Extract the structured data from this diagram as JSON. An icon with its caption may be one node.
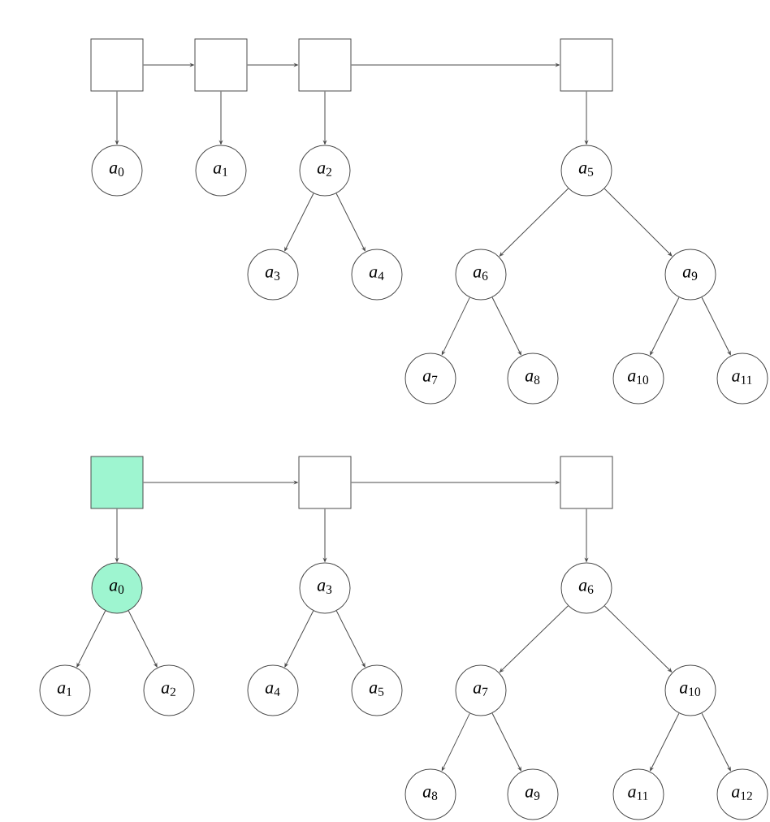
{
  "diagram": {
    "nodes": [
      {
        "text": [],
        "shape": "box"
      },
      {
        "text": [],
        "shape": "box"
      },
      {
        "text": [],
        "shape": "box"
      },
      {
        "text": [],
        "shape": "box"
      },
      {
        "text": [
          "*a*$_{0}$"
        ]
      },
      {
        "text": [
          "*a*$_{1}$"
        ]
      },
      {
        "text": [
          "*a*$_{2}$"
        ]
      },
      {
        "text": [
          "*a*$_{5}$"
        ]
      },
      {
        "text": [
          "*a*$_{3}$"
        ]
      },
      {
        "text": [
          "*a*$_{4}$"
        ]
      },
      {
        "text": [
          "*a*$_{6}$"
        ]
      },
      {
        "text": [
          "*a*$_{9}$"
        ]
      },
      {
        "text": [
          "*a*$_{7}$"
        ]
      },
      {
        "text": [
          "*a*$_{8}$"
        ]
      },
      {
        "text": [
          "*a*$_{10}$"
        ]
      },
      {
        "text": [
          "*a*$_{11}$"
        ]
      },
      {
        "text": [],
        "shape": "box"
      },
      {
        "text": [],
        "shape": "box"
      },
      {
        "text": [],
        "shape": "box"
      },
      {
        "text": [
          "*a*$_{0}$"
        ]
      },
      {
        "text": [
          "*a*$_{3}$"
        ]
      },
      {
        "text": [
          "*a*$_{6}$"
        ]
      },
      {
        "text": [
          "*a*$_{1}$"
        ]
      },
      {
        "text": [
          "*a*$_{2}$"
        ]
      },
      {
        "text": [
          "*a*$_{4}$"
        ]
      },
      {
        "text": [
          "*a*$_{5}$"
        ]
      },
      {
        "text": [
          "*a*$_{7}$"
        ]
      },
      {
        "text": [
          "*a*$_{10}$"
        ]
      },
      {
        "text": [
          "*a*$_{8}$"
        ]
      },
      {
        "text": [
          "*a*$_{9}$"
        ]
      },
      {
        "text": [
          "*a*$_{11}$"
        ]
      },
      {
        "text": [
          "*a*$_{12}$"
        ]
      }
    ],
    "edges": [
      {
        "from": 0,
        "to": 1,
        "arrow": "to"
      },
      {
        "from": 1,
        "to": 2,
        "arrow": "to"
      },
      {
        "from": 2,
        "to": 3,
        "arrow": "to"
      },
      {
        "from": 0,
        "to": 4,
        "arrow": "to"
      },
      {
        "from": 1,
        "to": 5,
        "arrow": "to"
      },
      {
        "from": 2,
        "to": 6,
        "arrow": "to"
      },
      {
        "from": 3,
        "to": 7,
        "arrow": "to"
      },
      {
        "from": 6,
        "to": 8,
        "arrow": "to"
      },
      {
        "from": 6,
        "to": 9,
        "arrow": "to"
      },
      {
        "from": 7,
        "to": 10,
        "arrow": "to"
      },
      {
        "from": 7,
        "to": 11,
        "arrow": "to"
      },
      {
        "from": 10,
        "to": 12,
        "arrow": "to"
      },
      {
        "from": 10,
        "to": 13,
        "arrow": "to"
      },
      {
        "from": 11,
        "to": 14,
        "arrow": "to"
      },
      {
        "from": 11,
        "to": 15,
        "arrow": "to"
      },
      {
        "from": 16,
        "to": 17,
        "arrow": "to"
      },
      {
        "from": 17,
        "to": 18,
        "arrow": "to"
      },
      {
        "from": 16,
        "to": 19,
        "arrow": "to"
      },
      {
        "from": 17,
        "to": 20,
        "arrow": "to"
      },
      {
        "from": 18,
        "to": 21,
        "arrow": "to"
      },
      {
        "from": 19,
        "to": 22,
        "arrow": "to"
      },
      {
        "from": 19,
        "to": 23,
        "arrow": "to"
      },
      {
        "from": 20,
        "to": 24,
        "arrow": "to"
      },
      {
        "from": 20,
        "to": 25,
        "arrow": "to"
      },
      {
        "from": 21,
        "to": 26,
        "arrow": "to"
      },
      {
        "from": 21,
        "to": 27,
        "arrow": "to"
      },
      {
        "from": 26,
        "to": 28,
        "arrow": "to"
      },
      {
        "from": 26,
        "to": 29,
        "arrow": "to"
      },
      {
        "from": 27,
        "to": 30,
        "arrow": "to"
      },
      {
        "from": 27,
        "to": 31,
        "arrow": "to"
      }
    ]
  }
}
